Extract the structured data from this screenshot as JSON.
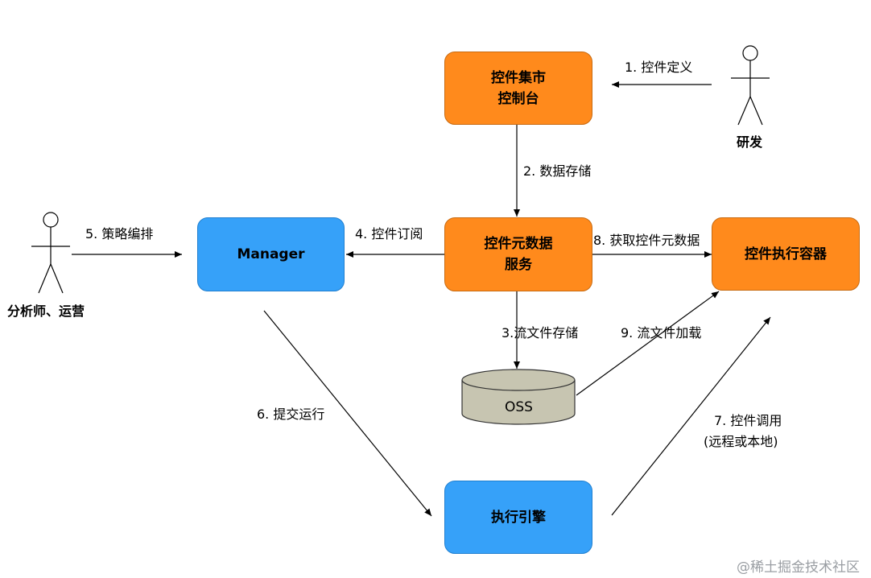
{
  "nodes": {
    "console": {
      "line1": "控件集市",
      "line2": "控制台"
    },
    "meta_service": {
      "line1": "控件元数据",
      "line2": "服务"
    },
    "manager": {
      "label": "Manager"
    },
    "exec_container": {
      "label": "控件执行容器"
    },
    "engine": {
      "label": "执行引擎"
    },
    "oss": {
      "label": "OSS"
    }
  },
  "actors": {
    "dev": {
      "name": "研发"
    },
    "analyst": {
      "name": "分析师、运营"
    }
  },
  "edges": {
    "e1": "1. 控件定义",
    "e2": "2. 数据存储",
    "e3": "3.流文件存储",
    "e4": "4. 控件订阅",
    "e5": "5. 策略编排",
    "e6": "6. 提交运行",
    "e7_line1": "7. 控件调用",
    "e7_line2": "(远程或本地)",
    "e8": "8. 获取控件元数据",
    "e9": "9. 流文件加载"
  },
  "colors": {
    "orange_node": "#ff8a1c",
    "blue_node": "#36a1f9",
    "oss_cylinder": "#c7c5b1"
  },
  "watermark": "@稀土掘金技术社区"
}
